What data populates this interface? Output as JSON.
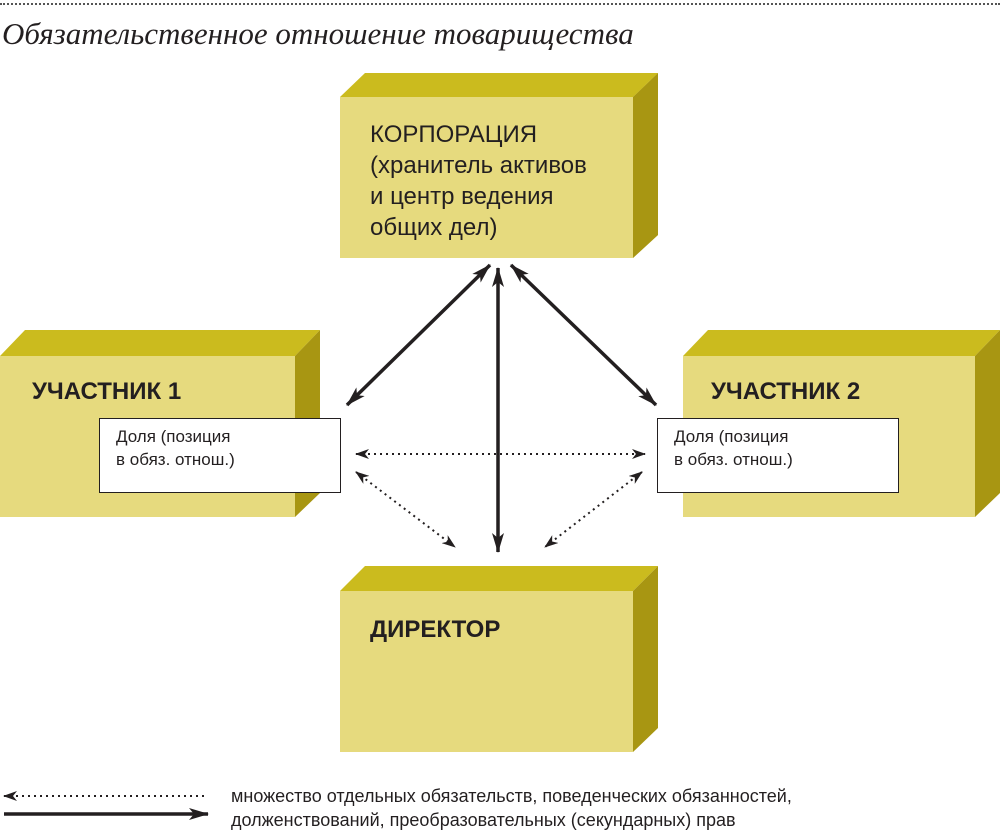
{
  "caption": "Обязательственное отношение товарищества",
  "colors": {
    "box_front": "#e6da7e",
    "box_top": "#cbbb1e",
    "box_side": "#a89612",
    "line": "#231f20"
  },
  "nodes": {
    "corporation": {
      "title": "КОРПОРАЦИЯ",
      "line2": "(хранитель активов",
      "line3": "и центр ведения",
      "line4": "общих дел)"
    },
    "participant1": {
      "title": "УЧАСТНИК 1",
      "share_line1": "Доля (позиция",
      "share_line2": "в обяз. отнош.)"
    },
    "participant2": {
      "title": "УЧАСТНИК 2",
      "share_line1": "Доля (позиция",
      "share_line2": "в обяз. отнош.)"
    },
    "director": {
      "title": "ДИРЕКТОР"
    }
  },
  "edges": [
    {
      "from": "participant1",
      "to": "corporation",
      "style": "solid"
    },
    {
      "from": "participant2",
      "to": "corporation",
      "style": "solid"
    },
    {
      "from": "director",
      "to": "corporation",
      "style": "solid"
    },
    {
      "from": "participant1",
      "to": "participant2",
      "style": "dotted"
    },
    {
      "from": "participant1",
      "to": "director",
      "style": "dotted"
    },
    {
      "from": "participant2",
      "to": "director",
      "style": "dotted"
    }
  ],
  "legend": {
    "line1": "множество отдельных обязательств, поведенческих обязанностей,",
    "line2": "долженствований, преобразовательных (секундарных) прав"
  }
}
